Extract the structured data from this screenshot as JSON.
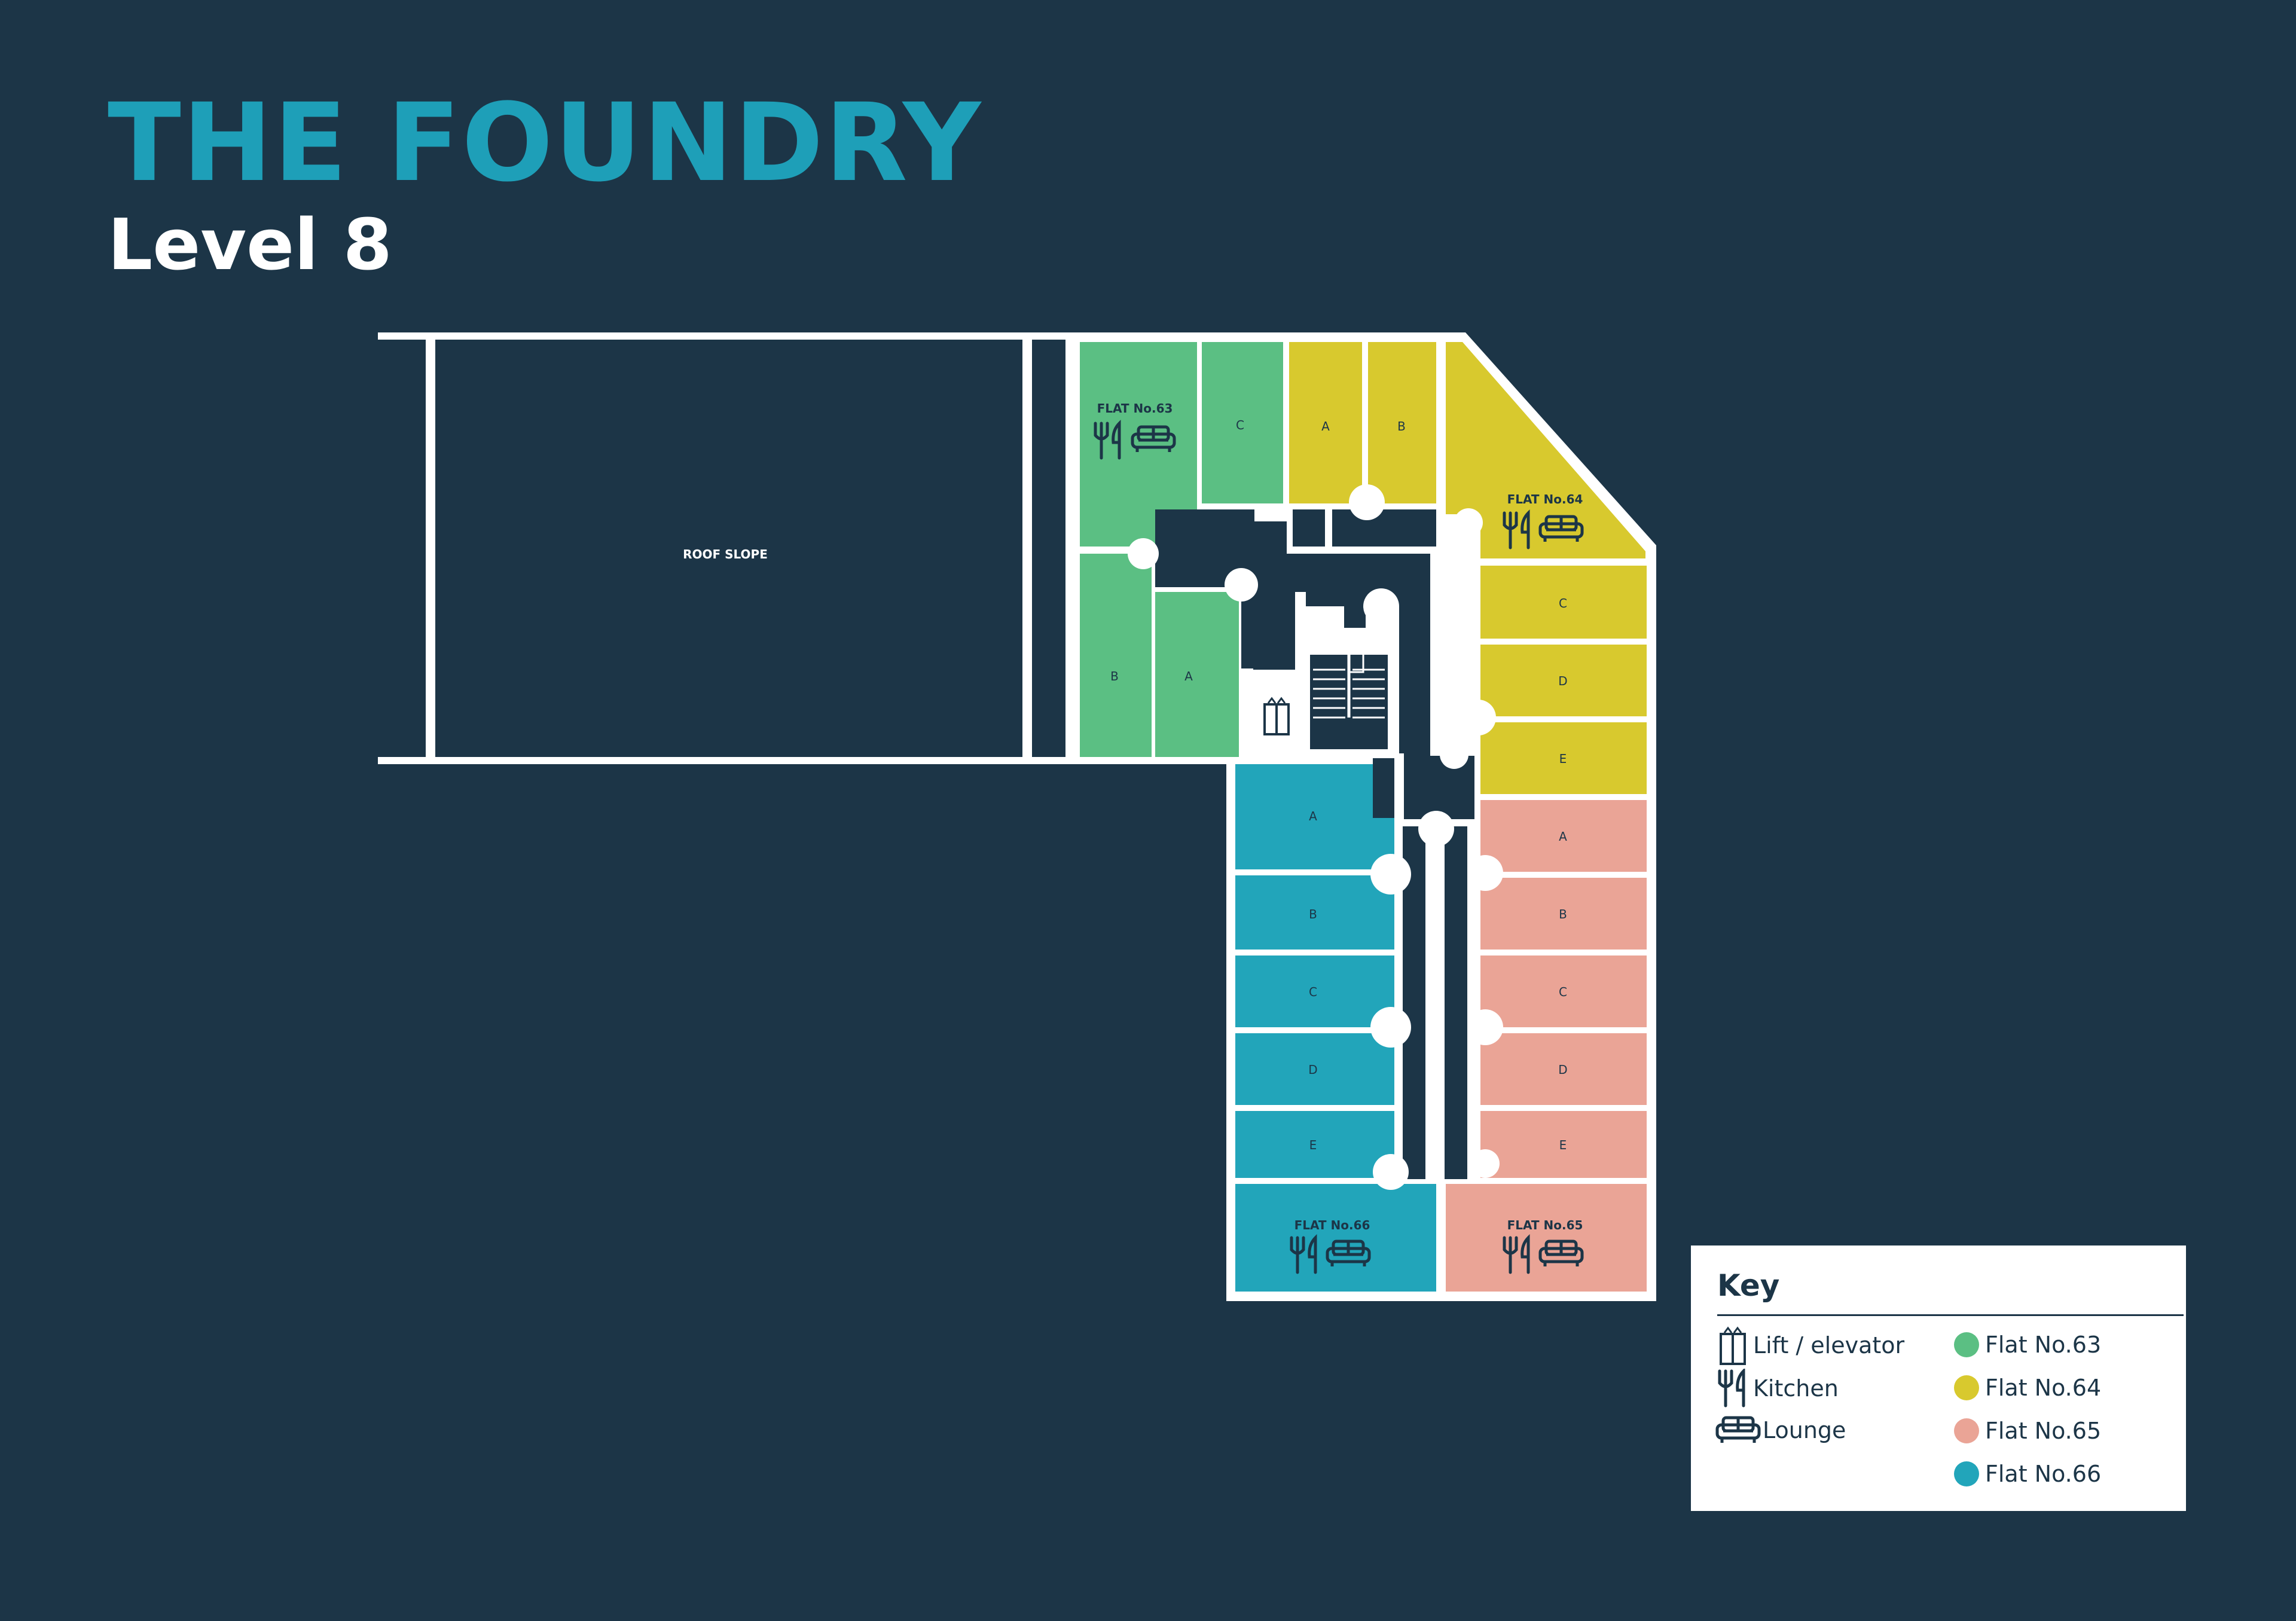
{
  "header": {
    "title": "THE FOUNDRY",
    "subtitle": "Level 8"
  },
  "colors": {
    "background": "#1c3547",
    "wall": "#ffffff",
    "flat_63": "#5bbf83",
    "flat_64": "#d8c92e",
    "flat_65": "#eaa496",
    "flat_66": "#22a5ba",
    "title": "#1e9fb8"
  },
  "plan": {
    "roof_label": "ROOF SLOPE",
    "flats": [
      {
        "name": "FLAT No.63",
        "rooms": [
          "C",
          "B",
          "A"
        ]
      },
      {
        "name": "FLAT No.64",
        "rooms": [
          "A",
          "B",
          "C",
          "D",
          "E"
        ]
      },
      {
        "name": "FLAT No.65",
        "rooms": [
          "A",
          "B",
          "C",
          "D",
          "E"
        ]
      },
      {
        "name": "FLAT No.66",
        "rooms": [
          "A",
          "B",
          "C",
          "D",
          "E"
        ]
      }
    ]
  },
  "key": {
    "title": "Key",
    "items": [
      {
        "label": "Lift / elevator",
        "icon": "lift-icon"
      },
      {
        "label": "Kitchen",
        "icon": "kitchen-icon"
      },
      {
        "label": "Lounge",
        "icon": "lounge-icon"
      }
    ],
    "flats": [
      {
        "label": "Flat No.63",
        "color": "#5bbf83"
      },
      {
        "label": "Flat No.64",
        "color": "#d8c92e"
      },
      {
        "label": "Flat No.65",
        "color": "#eaa496"
      },
      {
        "label": "Flat No.66",
        "color": "#22a5ba"
      }
    ]
  }
}
